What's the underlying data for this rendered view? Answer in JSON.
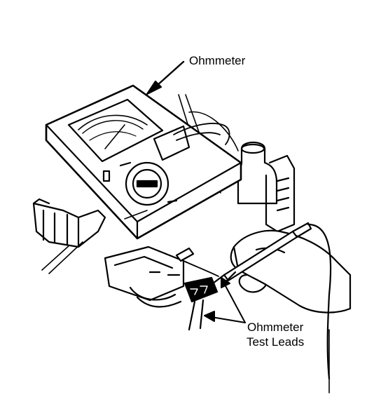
{
  "callouts": {
    "ohmmeter": "Ohmmeter",
    "test_leads_line1": "Ohmmeter",
    "test_leads_line2": "Test Leads"
  },
  "colors": {
    "ink": "#000000",
    "paper": "#ffffff"
  }
}
